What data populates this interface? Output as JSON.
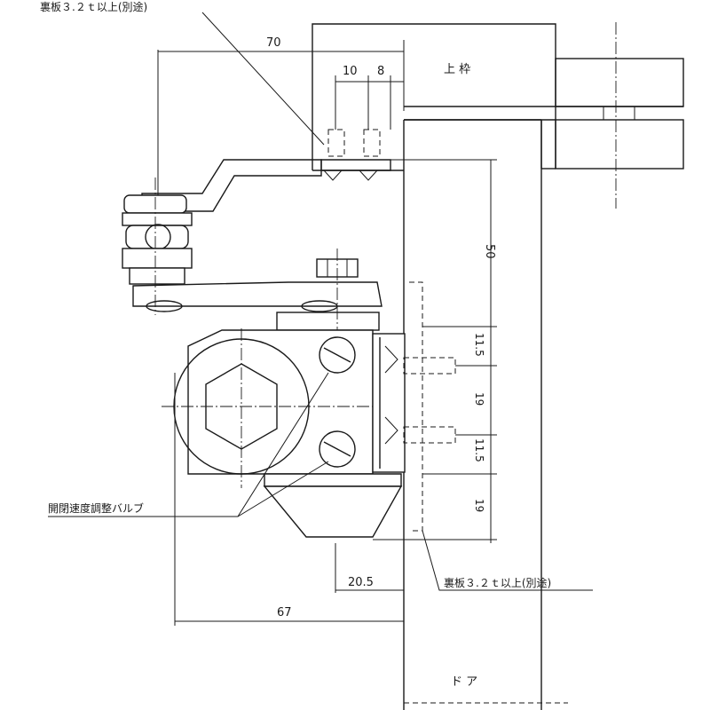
{
  "labels": {
    "backing_plate_top": "裏板３.２ｔ以上(別途)",
    "backing_plate_bottom": "裏板３.２ｔ以上(別途)",
    "valve_label": "開閉速度調整バルブ",
    "frame_label": "上 枠",
    "door_label": "ド ア"
  },
  "dimensions": {
    "d70": "70",
    "d10": "10",
    "d8": "8",
    "d50": "50",
    "d11_5a": "11.5",
    "d19a": "19",
    "d11_5b": "11.5",
    "d19b": "19",
    "d20_5": "20.5",
    "d67": "67"
  }
}
